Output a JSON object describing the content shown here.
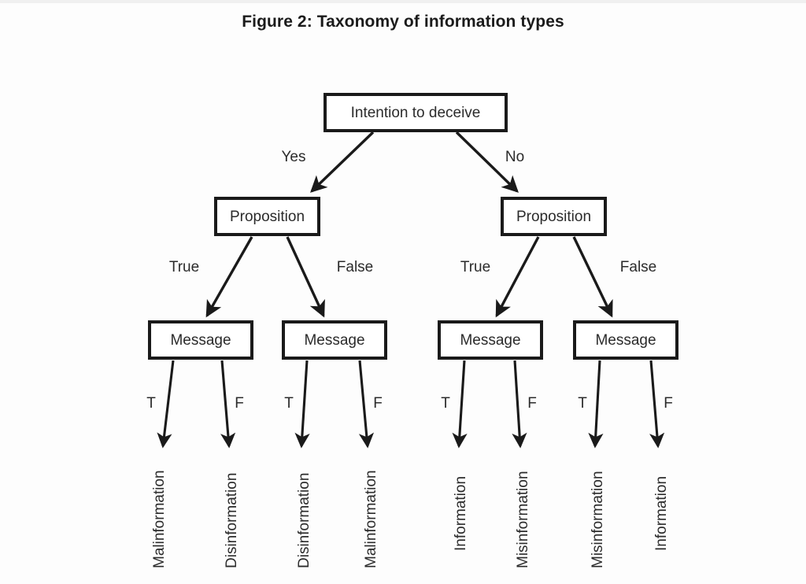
{
  "figure": {
    "title": "Figure 2: Taxonomy of information types",
    "background_color": "#fdfdfd",
    "line_color": "#1a1a1a",
    "text_color": "#2b2b2b",
    "box_fill": "#ffffff"
  },
  "diagram": {
    "type": "tree",
    "root": {
      "label": "Intention to deceive",
      "branch_labels": [
        "Yes",
        "No"
      ]
    },
    "level2": [
      {
        "label": "Proposition",
        "branch": "Yes",
        "branch_labels": [
          "True",
          "False"
        ]
      },
      {
        "label": "Proposition",
        "branch": "No",
        "branch_labels": [
          "True",
          "False"
        ]
      }
    ],
    "level3": [
      {
        "label": "Message",
        "branch": "True",
        "branch_labels": [
          "T",
          "F"
        ]
      },
      {
        "label": "Message",
        "branch": "False",
        "branch_labels": [
          "T",
          "F"
        ]
      },
      {
        "label": "Message",
        "branch": "True",
        "branch_labels": [
          "T",
          "F"
        ]
      },
      {
        "label": "Message",
        "branch": "False",
        "branch_labels": [
          "T",
          "F"
        ]
      }
    ],
    "leaves": [
      {
        "label": "Malinformation"
      },
      {
        "label": "Disinformation"
      },
      {
        "label": "Disinformation"
      },
      {
        "label": "Malinformation"
      },
      {
        "label": "Information"
      },
      {
        "label": "Misinformation"
      },
      {
        "label": "Misinformation"
      },
      {
        "label": "Information"
      }
    ]
  }
}
